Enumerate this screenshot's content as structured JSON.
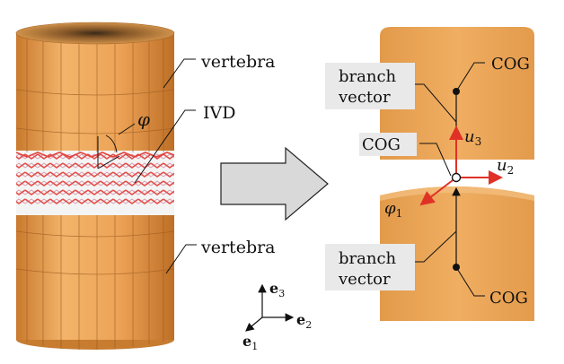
{
  "left_model": {
    "labels": {
      "vertebra_top": "vertebra",
      "ivd": "IVD",
      "vertebra_bottom": "vertebra",
      "angle": "φ"
    },
    "colors": {
      "vertebra": "#E9A04F",
      "ivd_fibers": "#E2453F",
      "ivd_band": "#F4F4F4"
    }
  },
  "axes": {
    "e1": "e",
    "e1_sub": "1",
    "e2": "e",
    "e2_sub": "2",
    "e3": "e",
    "e3_sub": "3"
  },
  "right_model": {
    "labels": {
      "cog_top": "COG",
      "branch_top_line1": "branch",
      "branch_top_line2": "vector",
      "cog_mid": "COG",
      "u3": "u",
      "u3_sub": "3",
      "u2": "u",
      "u2_sub": "2",
      "phi1": "φ",
      "phi1_sub": "1",
      "branch_bottom_line1": "branch",
      "branch_bottom_line2": "vector",
      "cog_bottom": "COG"
    },
    "colors": {
      "vertebra": "#E9A04F",
      "arrow": "#E03127",
      "label_box": "#E9E9E9"
    }
  },
  "transition_arrow": {
    "color": "#D9D9D9"
  }
}
